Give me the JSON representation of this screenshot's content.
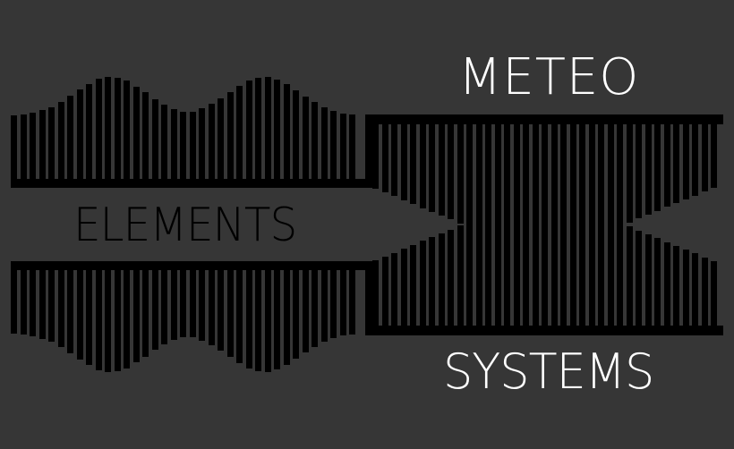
{
  "logo": {
    "word_top": "METEO",
    "word_middle": "ELEMENTS",
    "word_bottom": "SYSTEMS"
  },
  "colors": {
    "background": "#363636",
    "bars": "#000000",
    "text_light": "#ffffff",
    "text_dark": "#000000"
  }
}
